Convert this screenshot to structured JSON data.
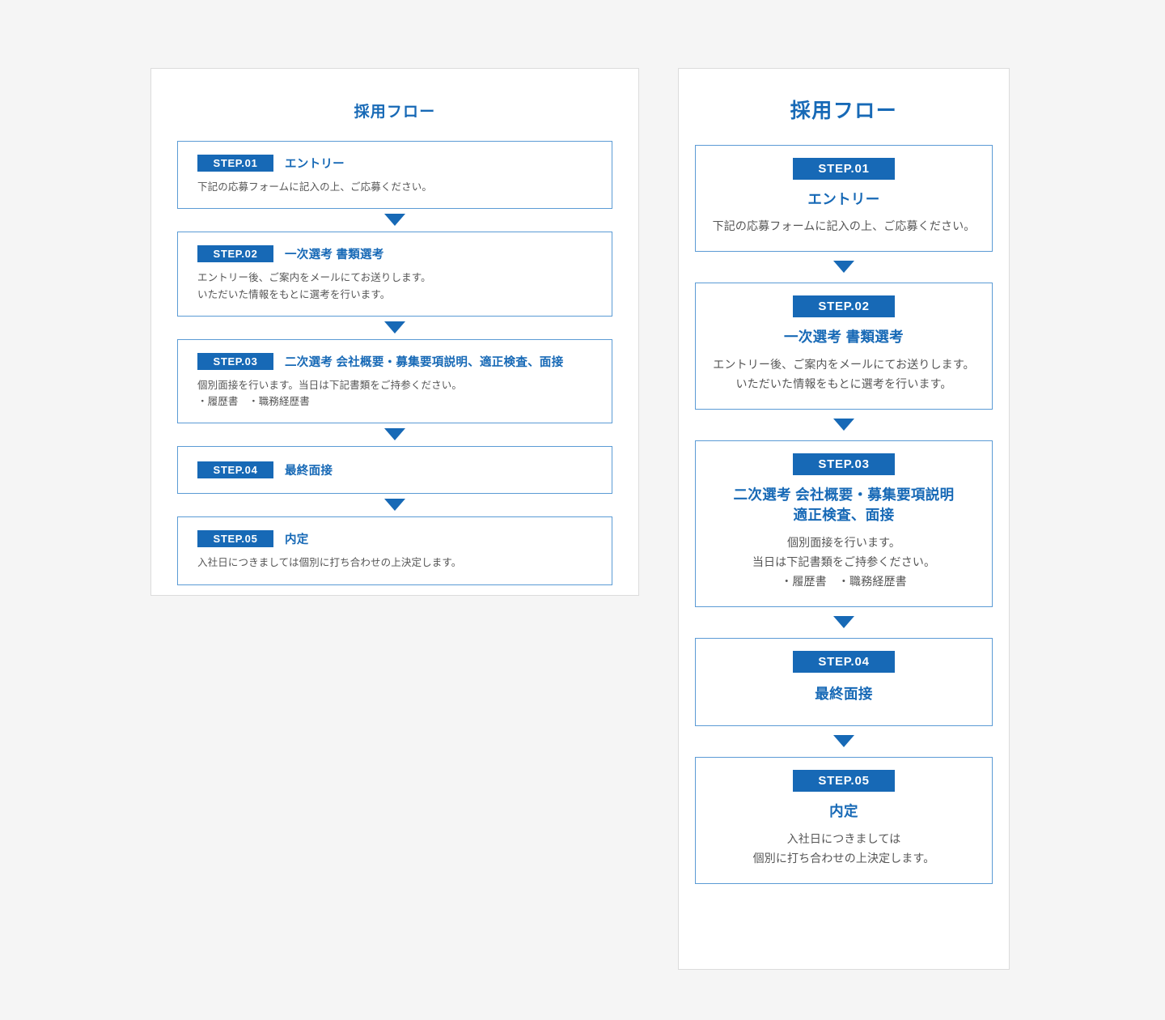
{
  "page": {
    "background_color": "#f5f5f5",
    "accent_color": "#1769b6",
    "box_border_color": "#5b9bd5",
    "panel_border_color": "#dcdcdc",
    "body_text_color": "#555555"
  },
  "desktop_panel": {
    "title": "採用フロー",
    "steps": [
      {
        "badge": "STEP.01",
        "heading": "エントリー",
        "desc_lines": [
          "下記の応募フォームに記入の上、ご応募ください。"
        ]
      },
      {
        "badge": "STEP.02",
        "heading": "一次選考 書類選考",
        "desc_lines": [
          "エントリー後、ご案内をメールにてお送りします。",
          "いただいた情報をもとに選考を行います。"
        ]
      },
      {
        "badge": "STEP.03",
        "heading": "二次選考 会社概要・募集要項説明、適正検査、面接",
        "desc_lines": [
          "個別面接を行います。当日は下記書類をご持参ください。",
          "・履歴書　・職務経歴書"
        ]
      },
      {
        "badge": "STEP.04",
        "heading": "最終面接",
        "desc_lines": []
      },
      {
        "badge": "STEP.05",
        "heading": "内定",
        "desc_lines": [
          "入社日につきましては個別に打ち合わせの上決定します。"
        ]
      }
    ]
  },
  "mobile_panel": {
    "title": "採用フロー",
    "steps": [
      {
        "badge": "STEP.01",
        "heading_lines": [
          "エントリー"
        ],
        "desc_lines": [
          "下記の応募フォームに記入の上、ご応募ください。"
        ]
      },
      {
        "badge": "STEP.02",
        "heading_lines": [
          "一次選考 書類選考"
        ],
        "desc_lines": [
          "エントリー後、ご案内をメールにてお送りします。",
          "いただいた情報をもとに選考を行います。"
        ]
      },
      {
        "badge": "STEP.03",
        "heading_lines": [
          "二次選考 会社概要・募集要項説明",
          "適正検査、面接"
        ],
        "desc_lines": [
          "個別面接を行います。",
          "当日は下記書類をご持参ください。",
          "・履歴書　・職務経歴書"
        ]
      },
      {
        "badge": "STEP.04",
        "heading_lines": [
          "最終面接"
        ],
        "desc_lines": []
      },
      {
        "badge": "STEP.05",
        "heading_lines": [
          "内定"
        ],
        "desc_lines": [
          "入社日につきましては",
          "個別に打ち合わせの上決定します。"
        ]
      }
    ]
  }
}
